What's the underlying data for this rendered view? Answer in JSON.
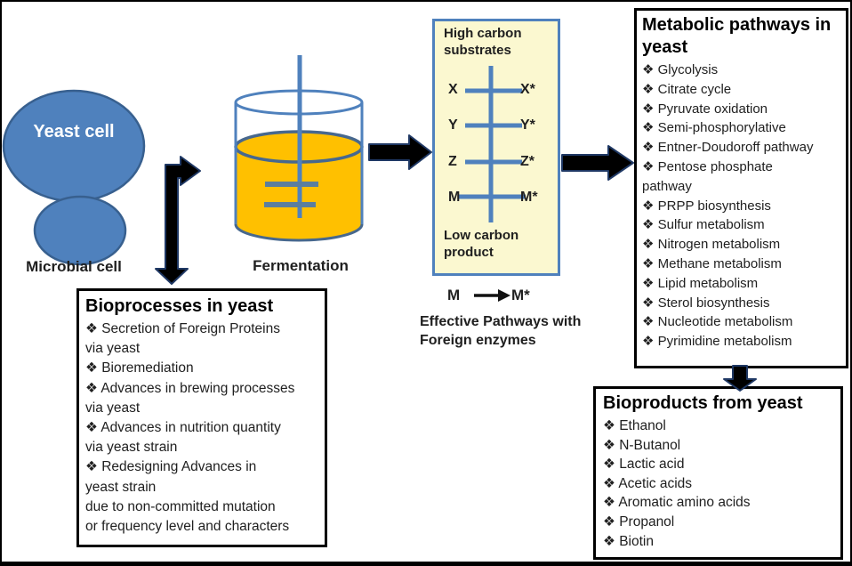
{
  "figure": {
    "cells": {
      "yeast_label": "Yeast cell",
      "caption": "Microbial cell"
    },
    "fermenter": {
      "caption": "Fermentation"
    },
    "substrate_panel": {
      "top_label": "High carbon substrates",
      "rows": [
        {
          "left": "X",
          "right": "X*"
        },
        {
          "left": "Y",
          "right": "Y*"
        },
        {
          "left": "Z",
          "right": "Z*"
        },
        {
          "left": "M",
          "right": "M*"
        }
      ],
      "bottom_label": "Low carbon product"
    },
    "reaction": {
      "substrate": "M",
      "product": "M*"
    },
    "reaction_caption": "Effective Pathways with Foreign enzymes",
    "metabolic_box": {
      "title": "Metabolic pathways in yeast",
      "lines": [
        "❖ Glycolysis",
        "❖ Citrate cycle",
        "❖ Pyruvate oxidation",
        "❖ Semi-phosphorylative",
        "❖ Entner-Doudoroff pathway",
        "❖ Pentose phosphate",
        "pathway",
        "❖ PRPP biosynthesis",
        "❖ Sulfur metabolism",
        "❖ Nitrogen metabolism",
        "❖ Methane metabolism",
        "❖ Lipid metabolism",
        "❖ Sterol biosynthesis",
        "❖ Nucleotide metabolism",
        "❖ Pyrimidine metabolism"
      ]
    },
    "bioproducts_box": {
      "title": "Bioproducts from yeast",
      "lines": [
        "❖ Ethanol",
        "❖ N-Butanol",
        "❖ Lactic acid",
        "❖ Acetic acids",
        "❖ Aromatic amino acids",
        "❖ Propanol",
        "❖ Biotin"
      ]
    },
    "bioprocesses_box": {
      "title": "Bioprocesses in yeast",
      "lines": [
        "❖ Secretion of Foreign Proteins",
        "via yeast",
        "❖ Bioremediation",
        "❖ Advances in brewing processes",
        "via yeast",
        "❖ Advances in nutrition  quantity",
        "via yeast strain",
        "❖ Redesigning Advances  in",
        "yeast strain",
        "due to non-committed mutation",
        "or frequency level and characters"
      ]
    }
  },
  "colors": {
    "cell_fill": "#4F81BD",
    "cell_stroke": "#38608F",
    "liquid_fill": "#FFC000",
    "liquid_stroke": "#47688E",
    "vessel_stroke": "#4F81BD",
    "stirrer_bar": "#5B7E9E",
    "panel_fill": "#FBF8D0",
    "panel_border": "#4F81BD",
    "diagram_line": "#4F81BD",
    "arrow_fill": "#000000",
    "arrow_stroke": "#1F3864",
    "box_border": "#000000"
  }
}
